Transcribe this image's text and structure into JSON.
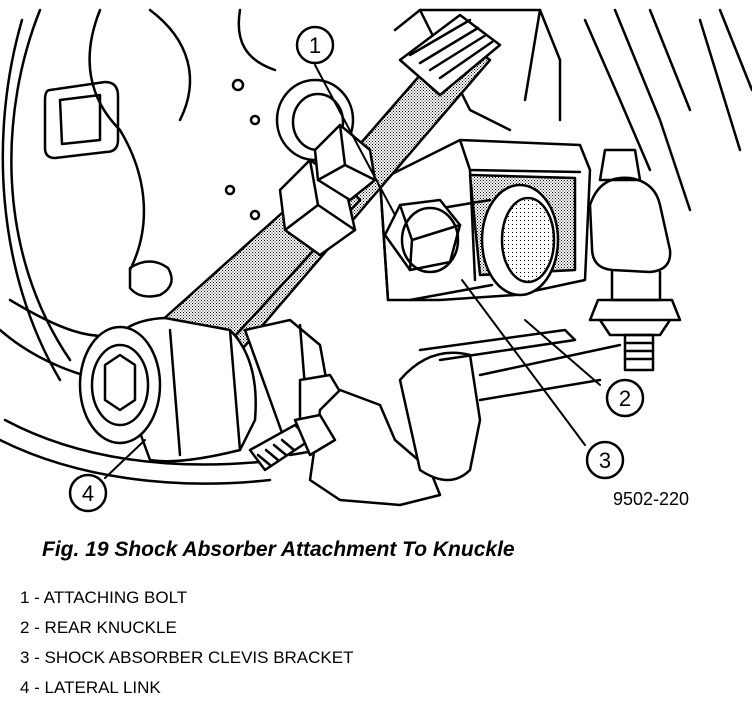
{
  "figure": {
    "code": "9502-220",
    "caption": "Fig. 19 Shock Absorber Attachment To Knuckle"
  },
  "callouts": [
    {
      "number": "1",
      "label": "ATTACHING BOLT"
    },
    {
      "number": "2",
      "label": "REAR KNUCKLE"
    },
    {
      "number": "3",
      "label": "SHOCK ABSORBER CLEVIS BRACKET"
    },
    {
      "number": "4",
      "label": "LATERAL LINK"
    }
  ],
  "legend": [
    "1 - ATTACHING BOLT",
    "2 - REAR KNUCKLE",
    "3 - SHOCK ABSORBER CLEVIS BRACKET",
    "4 - LATERAL LINK"
  ]
}
